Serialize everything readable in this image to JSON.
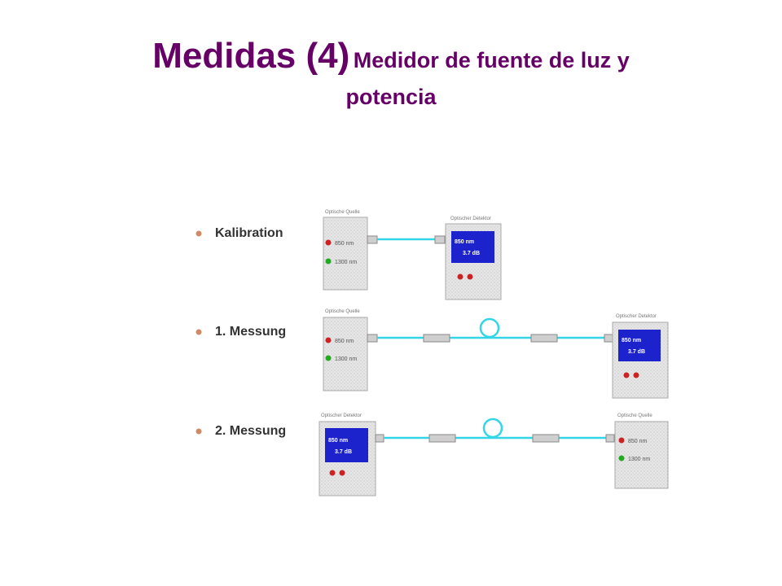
{
  "title": {
    "main": "Medidas (4)",
    "sub_line1": "Medidor de fuente de luz y",
    "sub_line2": "potencia"
  },
  "colors": {
    "title": "#660066",
    "fiber": "#33d6e6",
    "screen": "#1c22cc",
    "led_red": "#cc2222",
    "led_green": "#22aa22",
    "bullet": "#d08a66"
  },
  "steps": [
    {
      "label": "Kalibration",
      "left_device": {
        "title": "Optische Quelle",
        "led1": "850 nm",
        "led2": "1300 nm"
      },
      "right_device": {
        "title": "Optischer Detektor",
        "screen_line1": "850 nm",
        "screen_line2": "3.7 dB"
      }
    },
    {
      "label": "1. Messung",
      "left_device": {
        "title": "Optische Quelle",
        "led1": "850 nm",
        "led2": "1300 nm"
      },
      "right_device": {
        "title": "Optischer Detektor",
        "screen_line1": "850 nm",
        "screen_line2": "3.7 dB"
      }
    },
    {
      "label": "2. Messung",
      "left_device": {
        "title": "Optischer Detektor",
        "screen_line1": "850 nm",
        "screen_line2": "3.7 dB"
      },
      "right_device": {
        "title": "Optische Quelle",
        "led1": "850 nm",
        "led2": "1300 nm"
      }
    }
  ]
}
